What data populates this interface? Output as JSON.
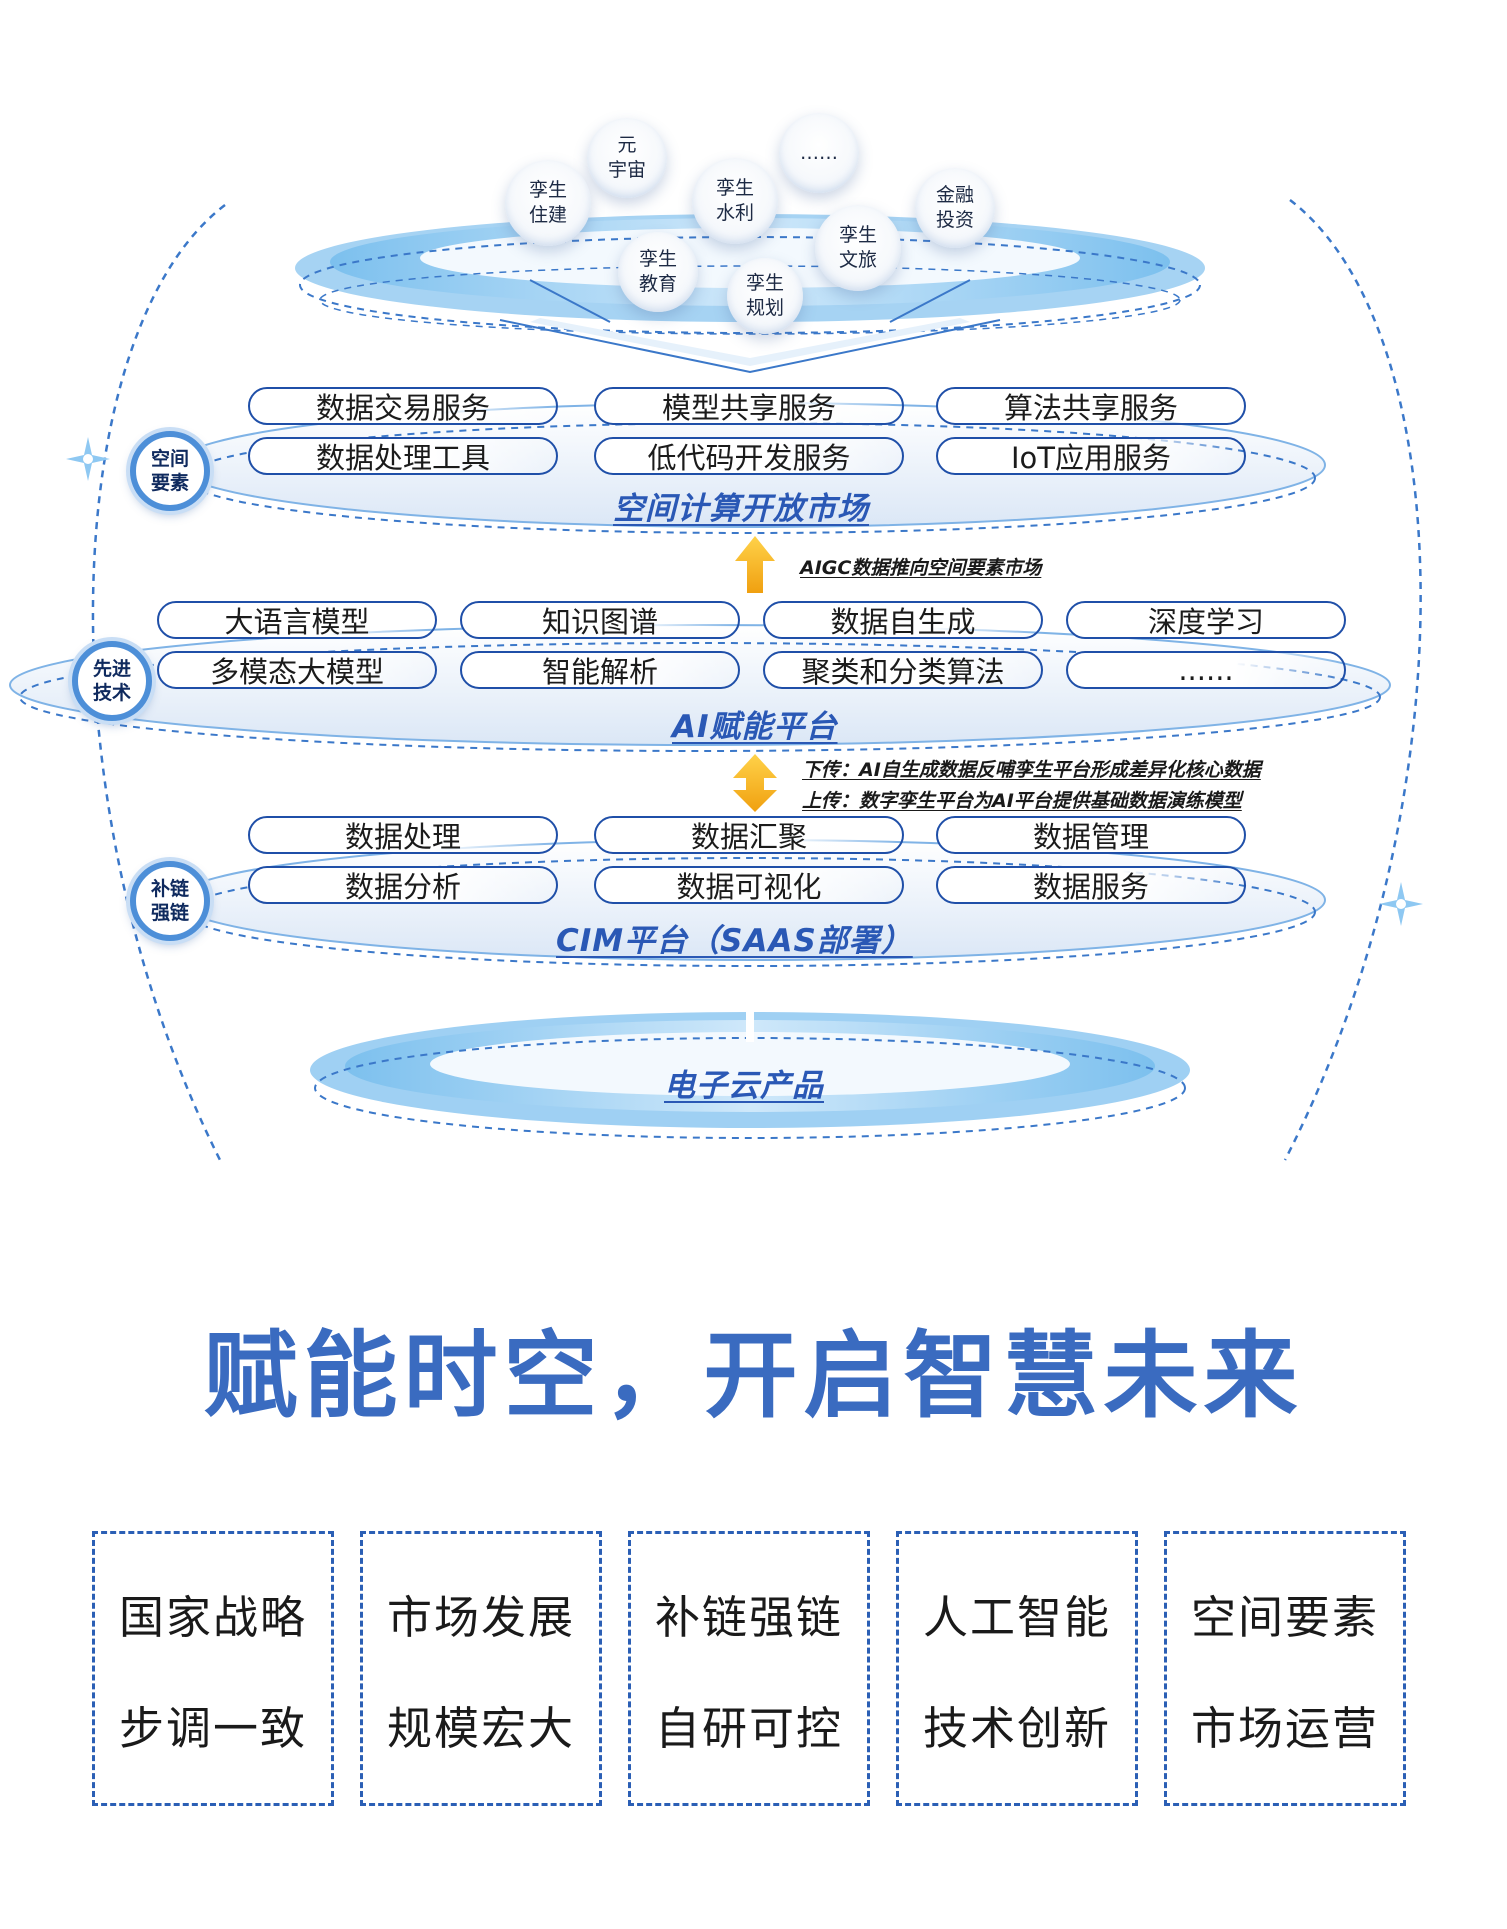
{
  "top_bubbles": [
    {
      "line1": "元",
      "line2": "宇宙"
    },
    {
      "line1": "……",
      "line2": ""
    },
    {
      "line1": "孪生",
      "line2": "住建"
    },
    {
      "line1": "孪生",
      "line2": "水利"
    },
    {
      "line1": "金融",
      "line2": "投资"
    },
    {
      "line1": "孪生",
      "line2": "文旅"
    },
    {
      "line1": "孪生",
      "line2": "教育"
    },
    {
      "line1": "孪生",
      "line2": "规划"
    }
  ],
  "layer1": {
    "title": "空间计算开放市场",
    "tag_line1": "空间",
    "tag_line2": "要素",
    "items": [
      "数据交易服务",
      "模型共享服务",
      "算法共享服务",
      "数据处理工具",
      "低代码开发服务",
      "IoT应用服务"
    ]
  },
  "note1": "AIGC数据推向空间要素市场",
  "layer2": {
    "title": "AI赋能平台",
    "tag_line1": "先进",
    "tag_line2": "技术",
    "items": [
      "大语言模型",
      "知识图谱",
      "数据自生成",
      "深度学习",
      "多模态大模型",
      "智能解析",
      "聚类和分类算法",
      "......"
    ]
  },
  "note2_down": "下传：AI自生成数据反哺孪生平台形成差异化核心数据",
  "note2_up": "上传：数字孪生平台为AI平台提供基础数据演练模型",
  "layer3": {
    "title": "CIM平台（SAAS部署）",
    "tag_line1": "补链",
    "tag_line2": "强链",
    "items": [
      "数据处理",
      "数据汇聚",
      "数据管理",
      "数据分析",
      "数据可视化",
      "数据服务"
    ]
  },
  "layer4": {
    "title": "电子云产品"
  },
  "headline": "赋能时空，开启智慧未来",
  "cards": [
    {
      "line1": "国家战略",
      "line2": "步调一致"
    },
    {
      "line1": "市场发展",
      "line2": "规模宏大"
    },
    {
      "line1": "补链强链",
      "line2": "自研可控"
    },
    {
      "line1": "人工智能",
      "line2": "技术创新"
    },
    {
      "line1": "空间要素",
      "line2": "市场运营"
    }
  ],
  "colors": {
    "primary": "#1f4fa8",
    "accent": "#4d8fd8",
    "headline": "#3a6bc0",
    "arrow": "#f2b21a"
  }
}
